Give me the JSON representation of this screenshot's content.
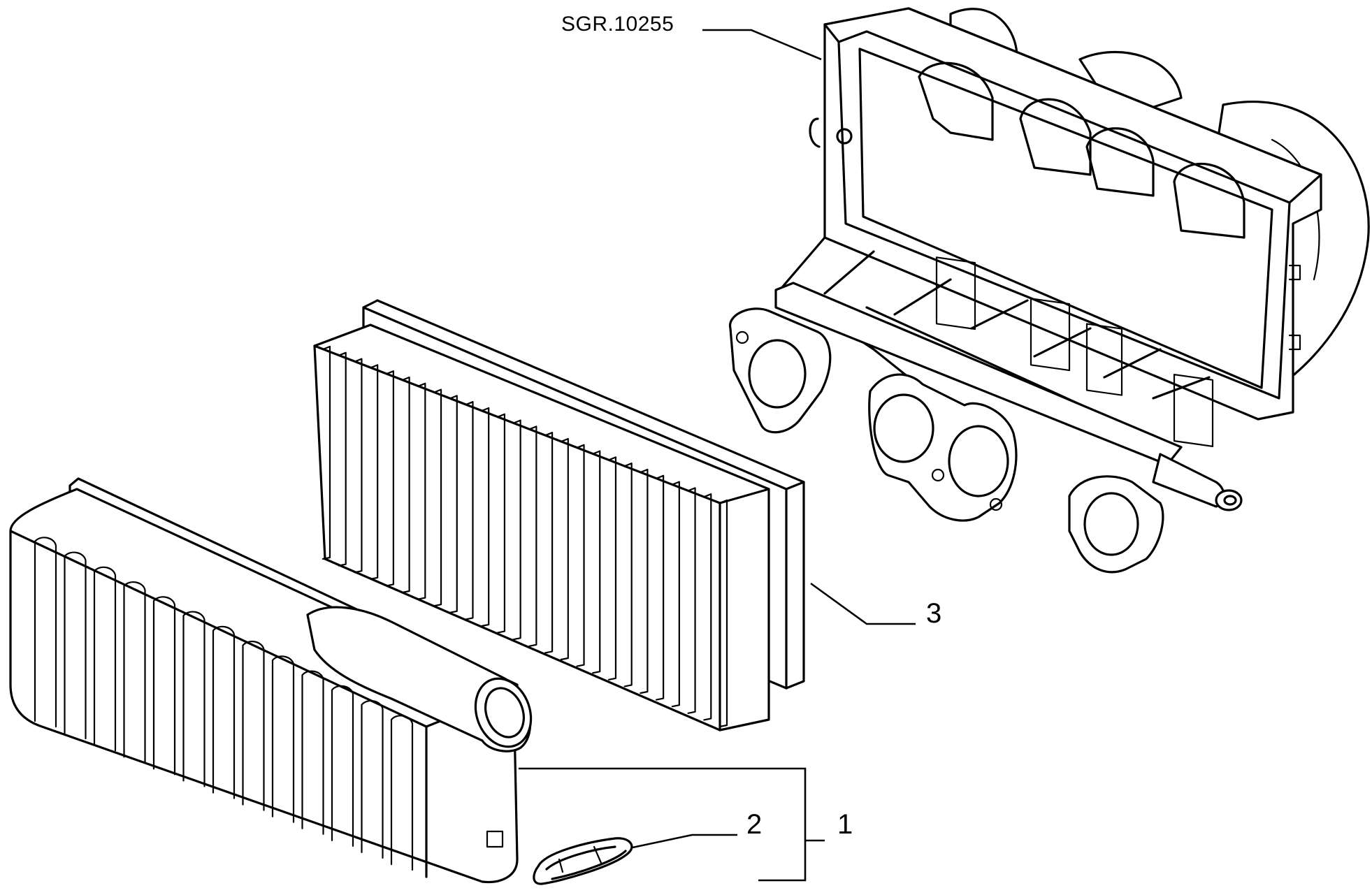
{
  "reference_code": "SGR.10255",
  "callouts": {
    "item_1": "1",
    "item_2": "2",
    "item_3": "3"
  },
  "icons": [
    "intake-manifold-icon",
    "air-filter-element-icon",
    "air-filter-housing-icon",
    "retaining-clip-icon"
  ]
}
